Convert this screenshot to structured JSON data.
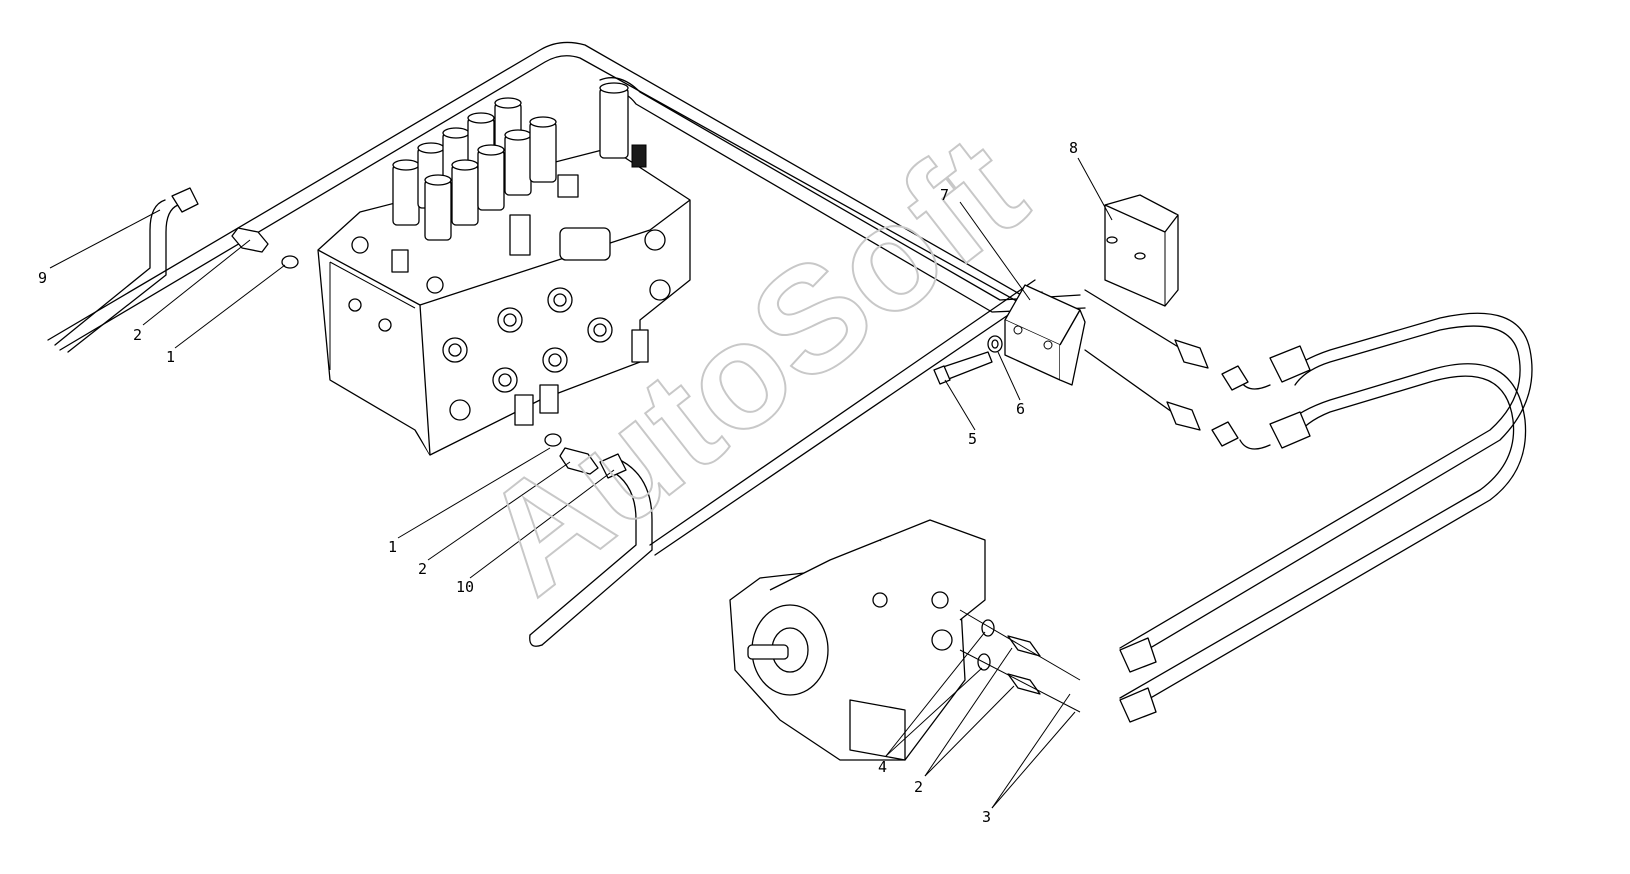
{
  "watermark": "AutoSoft",
  "callouts": {
    "c1_top": "1",
    "c2_top": "2",
    "c9": "9",
    "c1_mid": "1",
    "c2_mid": "2",
    "c10": "10",
    "c7": "7",
    "c8": "8",
    "c5": "5",
    "c6": "6",
    "c4": "4",
    "c2_bot": "2",
    "c3": "3"
  }
}
